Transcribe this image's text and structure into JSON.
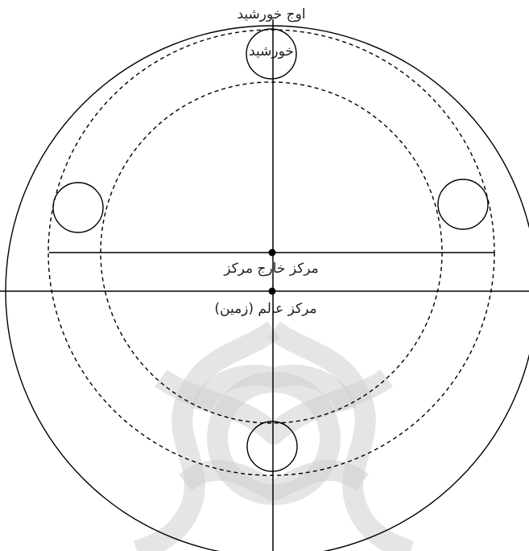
{
  "labels": {
    "sun_apogee": "اوج خورشید",
    "sun": "خورشید",
    "eccentric_center": "مرکز خارج مرکز",
    "world_center": "مرکز عالم (زمین)"
  },
  "colors": {
    "ink": "#000000",
    "watermark": "#cfcfcf",
    "background": "#ffffff"
  }
}
